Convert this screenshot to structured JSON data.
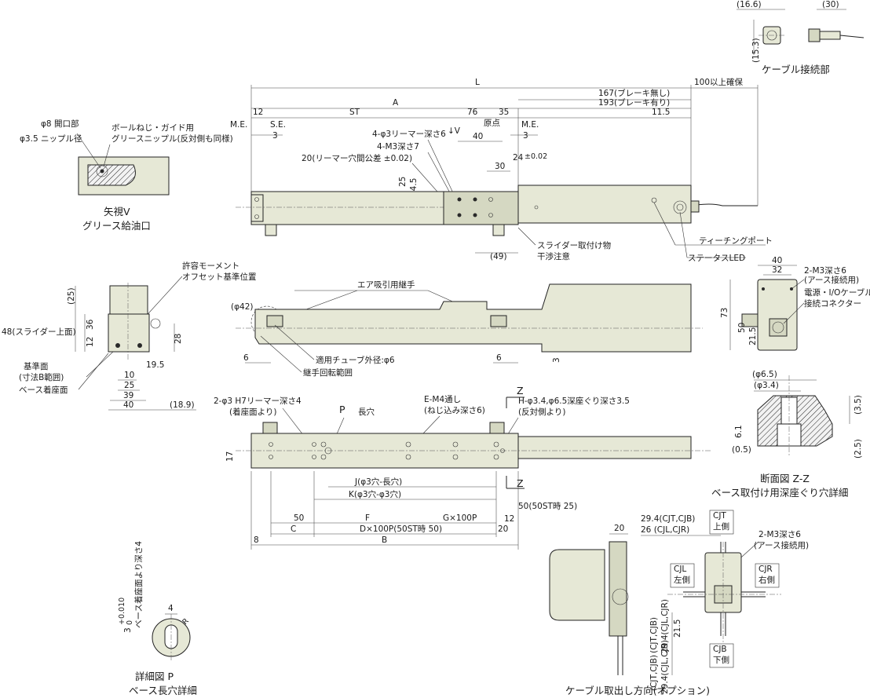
{
  "colors": {
    "body": "#e6e8d6",
    "body_dark": "#d5d8c2",
    "line": "#222222",
    "background": "#ffffff"
  },
  "top_view": {
    "dims": {
      "L": "L",
      "A": "A",
      "ST": "ST",
      "d76": "76",
      "d35": "35",
      "d12": "12",
      "me_left": "M.E.",
      "se": "S.E.",
      "d3_left": "3",
      "d3_right": "3",
      "v": "↓V",
      "origin": "原点",
      "me_right": "M.E.",
      "d40": "40",
      "d30": "30",
      "d24": "24",
      "d24tol": "±0.02",
      "d25": "25",
      "d145": "14.5",
      "d115": "11.5",
      "d49": "(49)",
      "d167": "167(ブレーキ無し)",
      "d193": "193(ブレーキ有り)",
      "d100": "100以上確保"
    },
    "notes": {
      "reamer": "4-φ3リーマー深さ6",
      "m3": "4-M3深さ7",
      "reamer_pitch": "20(リーマー穴間公差 ±0.02)",
      "slider_interference_1": "スライダー取付け物",
      "slider_interference_2": "干渉注意",
      "teaching_port": "ティーチングポート",
      "status_led": "ステータスLED"
    }
  },
  "view_v": {
    "hole": "φ8 開口部",
    "nipple": "φ3.5 ニップル径",
    "grease_1": "ボールねじ・ガイド用",
    "grease_2": "グリースニップル(反対側も同様)",
    "caption_1": "矢視V",
    "caption_2": "グリース給油口"
  },
  "cable_connection": {
    "d166": "(16.6)",
    "d30": "(30)",
    "d153": "(15.3)",
    "caption": "ケーブル接続部"
  },
  "side_end_view": {
    "moment_1": "許容モーメント",
    "moment_2": "オフセット基準位置",
    "d25": "(25)",
    "d36": "36",
    "d12": "12",
    "d28": "28",
    "d48": "48(スライダー上面)",
    "d195": "19.5",
    "ref_1": "基準面",
    "ref_2": "(寸法B範囲)",
    "base_seat": "ベース着座面",
    "d10": "10",
    "d25b": "25",
    "d39": "39",
    "d40": "40",
    "d189": "(18.9)"
  },
  "front_view": {
    "d42": "(φ42)",
    "air_joint": "エア吸引用継手",
    "tube": "適用チューブ外径:φ6",
    "rotation": "継手回転範囲",
    "d6_left": "6",
    "d6_right": "6",
    "d3": "3"
  },
  "right_end_view": {
    "d40": "40",
    "d32": "32",
    "d73": "73",
    "d50": "50",
    "d215": "21.5",
    "m3_1": "2-M3深さ6",
    "m3_2": "(アース接続用)",
    "conn_1": "電源・I/Oケーブル",
    "conn_2": "接続コネクター"
  },
  "bottom_view": {
    "z_top": "Z",
    "z_bottom": "Z",
    "d17": "17",
    "reamer_1": "2-φ3 H7リーマー深さ4",
    "reamer_2": "(着座面より)",
    "p_label": "P",
    "slot": "長穴",
    "em4_1": "E-M4通し",
    "em4_2": "(ねじ込み深さ6)",
    "h_1": "H-φ3.4,φ6.5深座ぐり深さ3.5",
    "h_2": "(反対側より)",
    "j": "J(φ3穴-長穴)",
    "k": "K(φ3穴-φ3穴)",
    "d50": "50",
    "f": "F",
    "g": "G×100P",
    "d50st": "50(50ST時 25)",
    "c": "C",
    "d": "D×100P(50ST時 50)",
    "d20": "20",
    "d12": "12",
    "d8": "8",
    "b": "B"
  },
  "section_zz": {
    "d65": "(φ6.5)",
    "d34": "(φ3.4)",
    "d35": "(3.5)",
    "d61": "6.1",
    "d05": "(0.5)",
    "d25": "(2.5)",
    "caption_1": "断面図 Z-Z",
    "caption_2": "ベース取付け用深座ぐり穴詳細"
  },
  "detail_p": {
    "depth": "ベース着座面より深さ4",
    "tol": "3",
    "tol_sup": "+0.010",
    "tol_sub": "0",
    "d4": "4",
    "r": "R",
    "caption_1": "詳細図 P",
    "caption_2": "ベース長穴詳細"
  },
  "cable_option": {
    "d20": "20",
    "d294": "29.4(CJT,CJB)",
    "d26": "26 (CJL,CJR)",
    "cjt_1": "CJT",
    "cjt_2": "上側",
    "cjl_1": "CJL",
    "cjl_2": "左側",
    "cjr_1": "CJR",
    "cjr_2": "右側",
    "cjb_1": "CJB",
    "cjb_2": "下側",
    "m3_1": "2-M3深さ6",
    "m3_2": "(アース接続用)",
    "v1": "(CJT,CJB)",
    "v2": "29.4(CJL,CJR)",
    "v3": "(CJT,CJB)",
    "v4": "26",
    "v5": "29.4(CJL,CJR)",
    "d215": "21.5",
    "caption": "ケーブル取出し方向(オプション)"
  }
}
